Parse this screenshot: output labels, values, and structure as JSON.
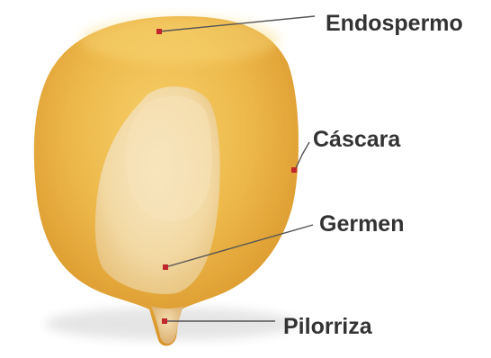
{
  "diagram": {
    "labels": {
      "endospermo": "Endospermo",
      "cascara": "Cáscara",
      "germen": "Germen",
      "pilorriza": "Pilorriza"
    },
    "colors": {
      "kernel_outer": "#E0A030",
      "kernel_inner": "#F2C862",
      "germ": "#F6DDB0",
      "marker": "#C0272D",
      "leader_line": "#555555",
      "label_text": "#333333"
    }
  }
}
